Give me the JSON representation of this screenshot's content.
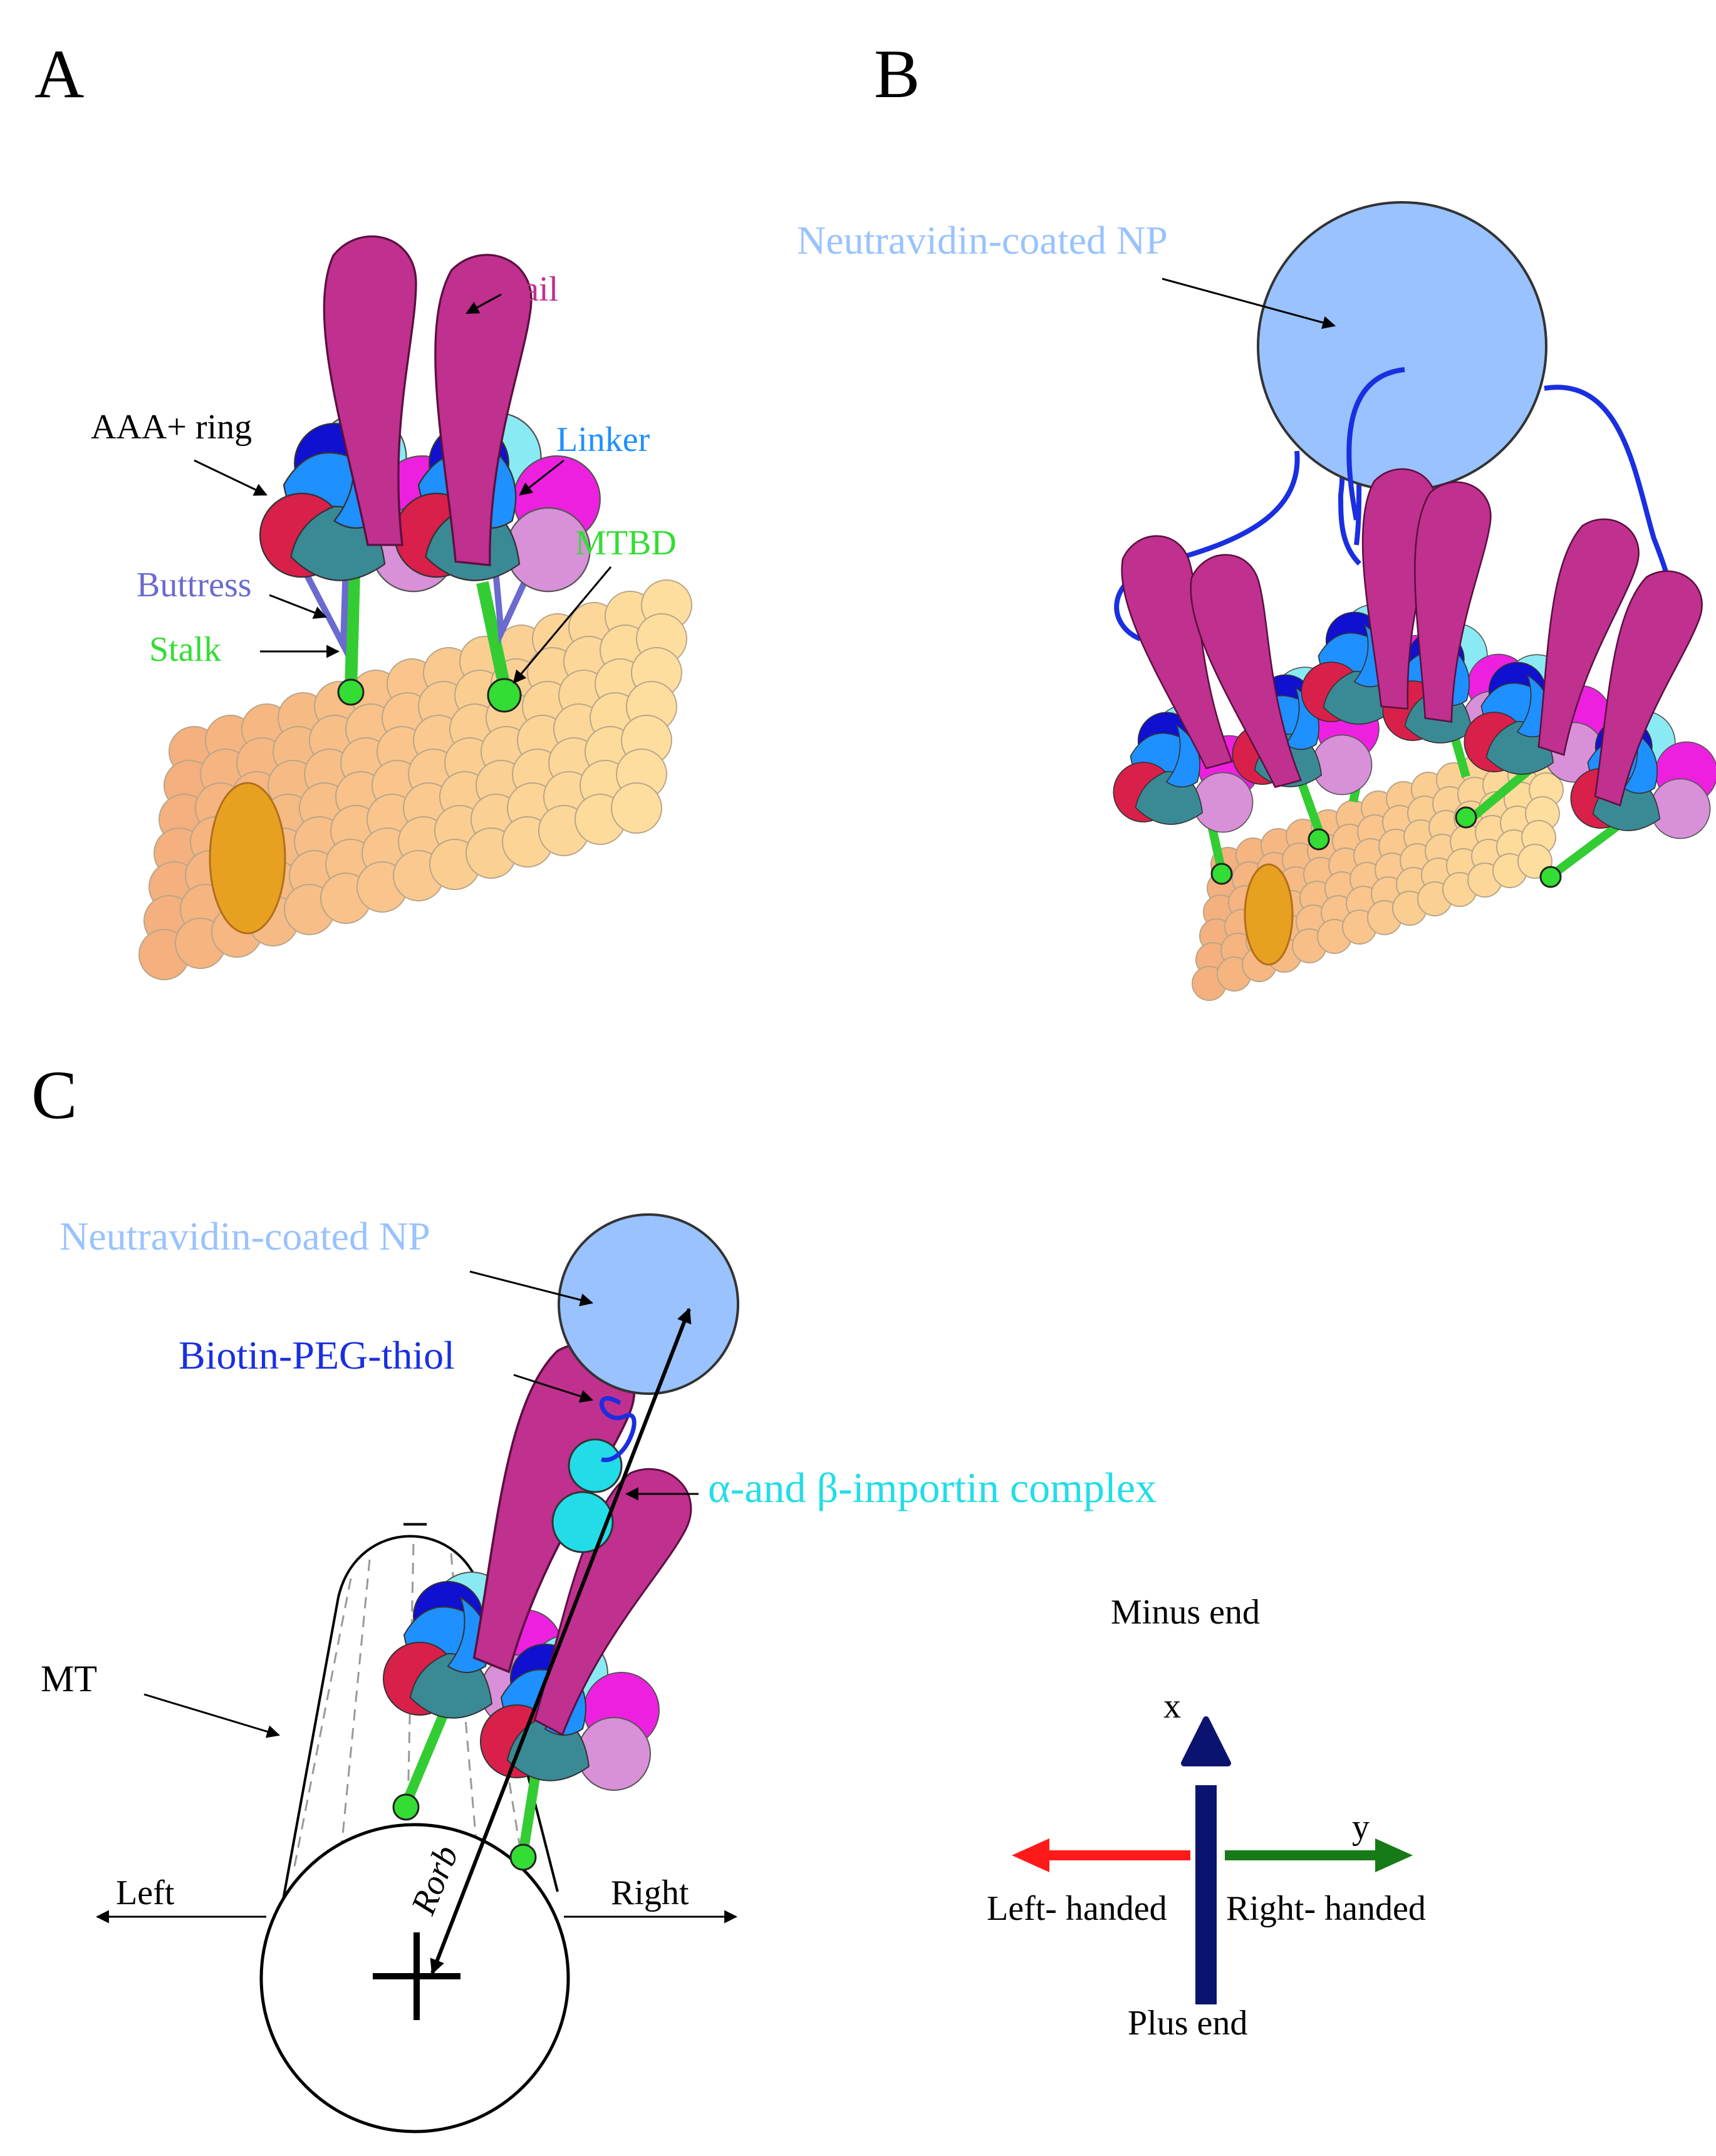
{
  "panels": {
    "a": "A",
    "b": "B",
    "c": "C"
  },
  "panel_a": {
    "tail": "Tail",
    "aaa_ring": "AAA+ ring",
    "linker": "Linker",
    "mtbd": "MTBD",
    "buttress": "Buttress",
    "stalk": "Stalk"
  },
  "panel_b": {
    "np": "Neutravidin-coated  NP"
  },
  "panel_c": {
    "np": "Neutravidin-coated  NP",
    "biotin": "Biotin-PEG-thiol",
    "importin": "α-and β-importin complex",
    "mt": "MT",
    "left": "Left",
    "right": "Right",
    "minus": "−",
    "plus": "+",
    "rorb": "Rorb"
  },
  "axes": {
    "minus_end": "Minus end",
    "plus_end": "Plus end",
    "x": "x",
    "y": "y",
    "left_handed": "Left- handed",
    "right_handed": "Right- handed"
  },
  "colors": {
    "tail": "#c0308f",
    "tail_stroke": "#5a1040",
    "linker": "#1e90ff",
    "mtbd": "#33dd33",
    "stalk": "#33cc33",
    "buttress": "#6a6ad0",
    "np": "#99c2ff",
    "chain": "#1a2fe0",
    "importin": "#22dde8",
    "axis_x": "#0a1470",
    "axis_left": "#ff1a1a",
    "axis_right": "#167a16",
    "ring_red": "#d8204a",
    "ring_blue": "#1e90ff",
    "ring_dark": "#1010d0",
    "ring_cyan": "#8aeaf4",
    "ring_teal": "#3a8a96",
    "ring_magenta": "#ee20e0",
    "ring_pink": "#d890d8",
    "mt_light": "#ffe2a0",
    "mt_dark": "#f4b07e",
    "mt_inner": "#e8a020"
  }
}
